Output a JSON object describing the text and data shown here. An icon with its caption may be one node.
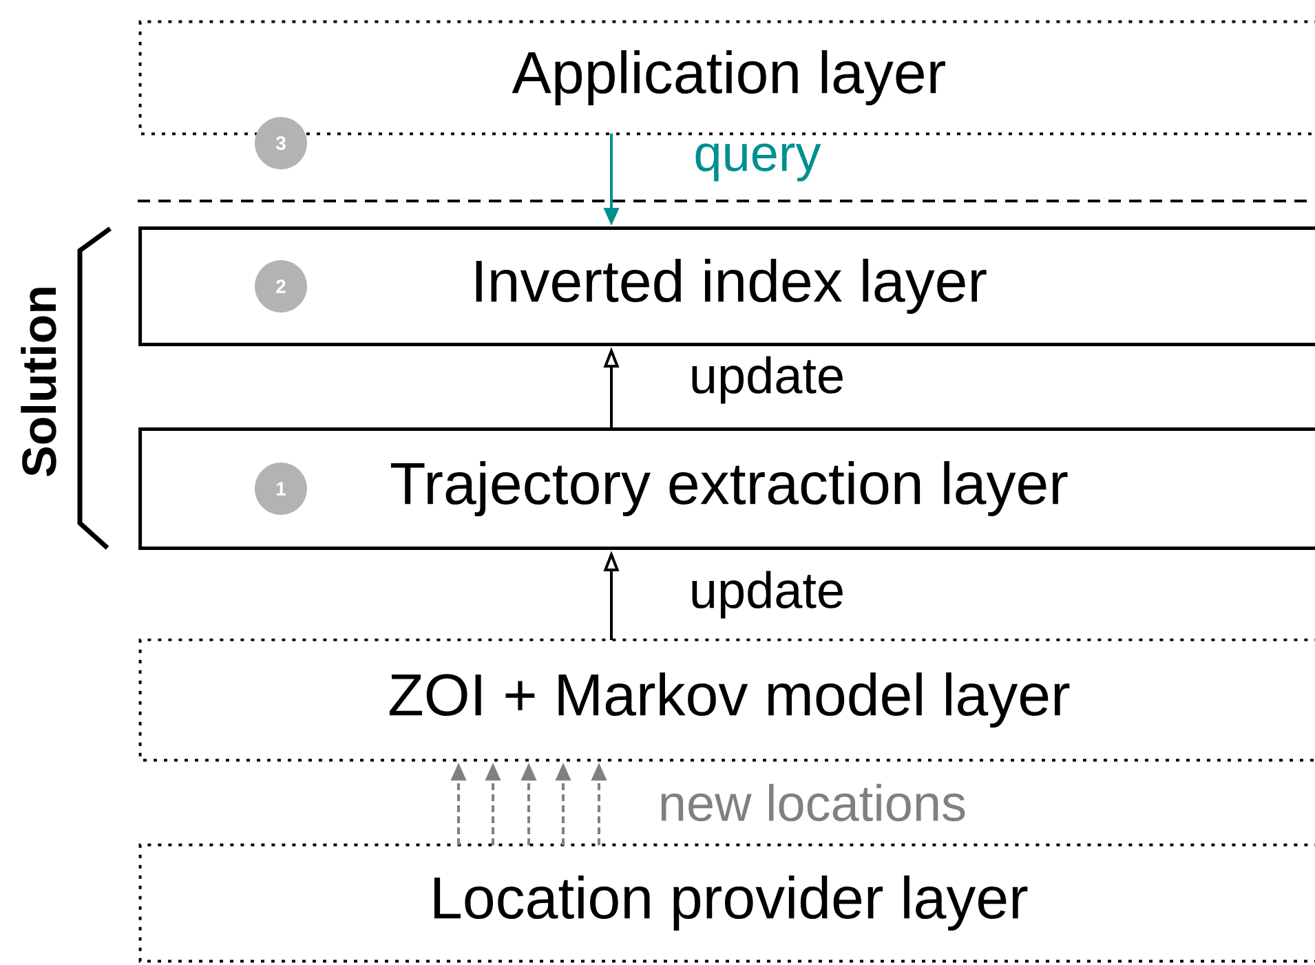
{
  "diagram": {
    "nodes": [
      {
        "text": [
          "Application layer"
        ]
      },
      {
        "text": [
          "3"
        ]
      },
      {
        "text": [
          "Inverted index layer"
        ]
      },
      {
        "text": [
          "2"
        ],
        "in": 2
      },
      {
        "text": [
          "Trajectory extraction layer"
        ]
      },
      {
        "text": [
          "1"
        ],
        "in": 4
      },
      {
        "text": [
          "ZOI + Markov model layer"
        ]
      },
      {
        "text": [
          "Location provider layer"
        ]
      }
    ],
    "edges": [
      {
        "from": 0,
        "to": 2,
        "arrow": "to",
        "label": "query",
        "color": "#008f8f"
      },
      {
        "from": 4,
        "to": 2,
        "arrow": "to",
        "label": "update",
        "color": "#000000"
      },
      {
        "from": 6,
        "to": 4,
        "arrow": "to",
        "label": "update",
        "color": "#000000"
      },
      {
        "from": 7,
        "to": 6,
        "arrow": "to",
        "style": "dashed",
        "color": "#808080"
      },
      {
        "from": 7,
        "to": 6,
        "arrow": "to",
        "style": "dashed",
        "color": "#808080"
      },
      {
        "from": 7,
        "to": 6,
        "arrow": "to",
        "style": "dashed",
        "color": "#808080"
      },
      {
        "from": 7,
        "to": 6,
        "arrow": "to",
        "style": "dashed",
        "color": "#808080"
      },
      {
        "from": 7,
        "to": 6,
        "arrow": "to",
        "style": "dashed",
        "color": "#808080",
        "label": "new locations"
      }
    ],
    "labels": [
      "Solution"
    ]
  }
}
